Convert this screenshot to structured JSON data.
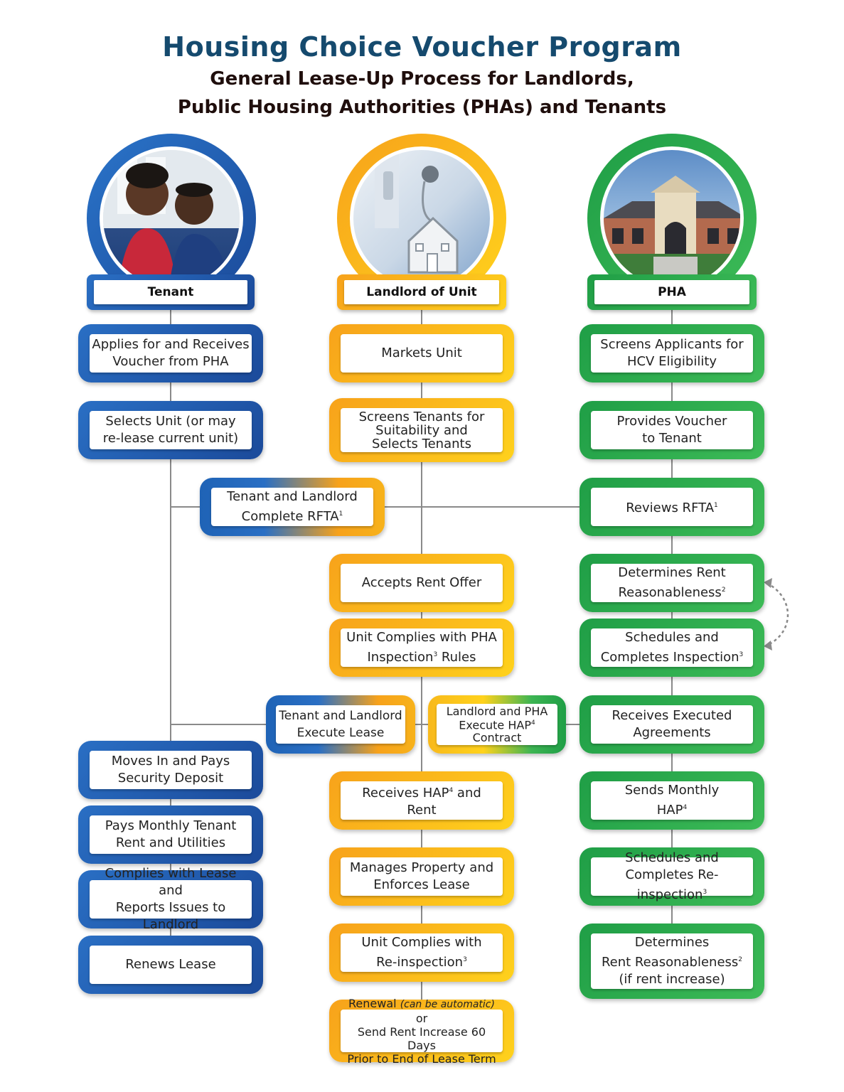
{
  "title": {
    "main": "Housing Choice Voucher Program",
    "line2": "General Lease-Up Process for Landlords,",
    "line3": "Public Housing Authorities (PHAs) and Tenants"
  },
  "columns": {
    "tenant": "Tenant",
    "landlord": "Landlord of Unit",
    "pha": "PHA"
  },
  "tenant_steps": {
    "s1": [
      "Applies for and Receives",
      "Voucher from PHA"
    ],
    "s2": [
      "Selects Unit (or may",
      "re-lease current unit)"
    ],
    "s3": [
      "Moves In and Pays",
      "Security Deposit"
    ],
    "s4": [
      "Pays Monthly Tenant",
      "Rent and Utilities"
    ],
    "s5": [
      "Complies with Lease and",
      "Reports Issues to Landlord"
    ],
    "s6": [
      "Renews Lease"
    ]
  },
  "landlord_steps": {
    "s1": [
      "Markets Unit"
    ],
    "s2": [
      "Screens Tenants for",
      "Suitability and",
      "Selects Tenants"
    ],
    "s3": [
      "Accepts Rent Offer"
    ],
    "s4": [
      "Unit Complies with PHA",
      "Inspection",
      "3",
      " Rules"
    ],
    "s5": [
      "Receives HAP",
      "4",
      " and",
      "Rent"
    ],
    "s6": [
      "Manages Property and",
      "Enforces Lease"
    ],
    "s7": [
      "Unit Complies with",
      "Re-inspection",
      "3"
    ],
    "s8": [
      "Renewal ",
      "(can be automatic)",
      " or",
      "Send Rent Increase 60 Days",
      "Prior to End of Lease Term"
    ]
  },
  "pha_steps": {
    "s1": [
      "Screens Applicants for",
      "HCV Eligibility"
    ],
    "s2": [
      "Provides Voucher",
      "to Tenant"
    ],
    "s3": [
      "Reviews RFTA",
      "1"
    ],
    "s4": [
      "Determines Rent",
      "Reasonableness",
      "2"
    ],
    "s5": [
      "Schedules and",
      "Completes Inspection",
      "3"
    ],
    "s6": [
      "Receives Executed",
      "Agreements"
    ],
    "s7": [
      "Sends Monthly",
      "HAP",
      "4"
    ],
    "s8": [
      "Schedules and",
      "Completes Re-inspection",
      "3"
    ],
    "s9": [
      "Determines",
      "Rent Reasonableness",
      "2",
      "(if rent increase)"
    ]
  },
  "joint_steps": {
    "rfta": [
      "Tenant and Landlord",
      "Complete RFTA",
      "1"
    ],
    "lease": [
      "Tenant and Landlord",
      "Execute Lease"
    ],
    "hap": [
      "Landlord and PHA",
      "Execute HAP",
      "4",
      "Contract"
    ]
  },
  "colors": {
    "tenant": "#1f5fb5",
    "landlord": "#f7a81b",
    "pha": "#2aa84a",
    "title": "#154a6e",
    "line": "#8a8a8a"
  }
}
